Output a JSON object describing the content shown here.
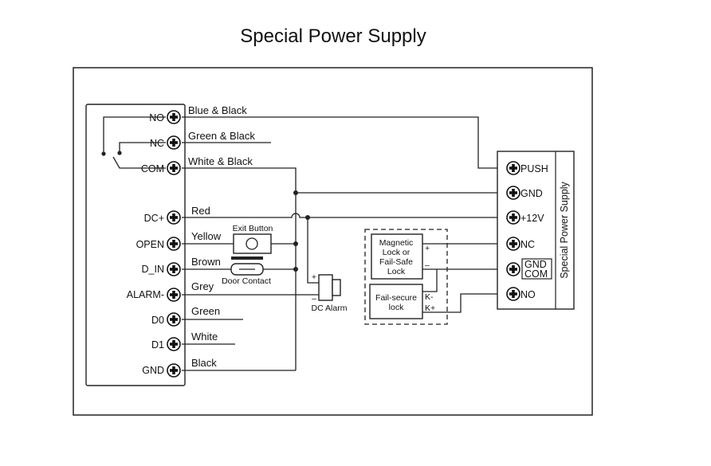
{
  "title": "Special Power Supply",
  "controller": {
    "terminals": [
      "NO",
      "NC",
      "COM",
      "DC+",
      "OPEN",
      "D_IN",
      "ALARM-",
      "D0",
      "D1",
      "GND"
    ]
  },
  "wires": [
    "Blue & Black",
    "Green & Black",
    "White & Black",
    "Red",
    "Yellow",
    "Brown",
    "Grey",
    "Green",
    "White",
    "Black"
  ],
  "devices": {
    "exit_button": "Exit Button",
    "door_contact": "Door Contact",
    "dc_alarm": "DC Alarm",
    "alarm_plus": "+",
    "alarm_minus": "–",
    "maglock_line1": "Magnetic",
    "maglock_line2": "Lock or",
    "maglock_line3": "Fail-Safe",
    "maglock_line4": "Lock",
    "maglock_plus": "+",
    "maglock_minus": "–",
    "failsecure_line1": "Fail-secure",
    "failsecure_line2": "lock",
    "failsecure_kminus": "K-",
    "failsecure_kplus": "K+"
  },
  "power_supply": {
    "label": "Special Power Supply",
    "terminals": [
      "PUSH",
      "GND",
      "+12V",
      "NC",
      "GND",
      "COM",
      "NO"
    ]
  }
}
